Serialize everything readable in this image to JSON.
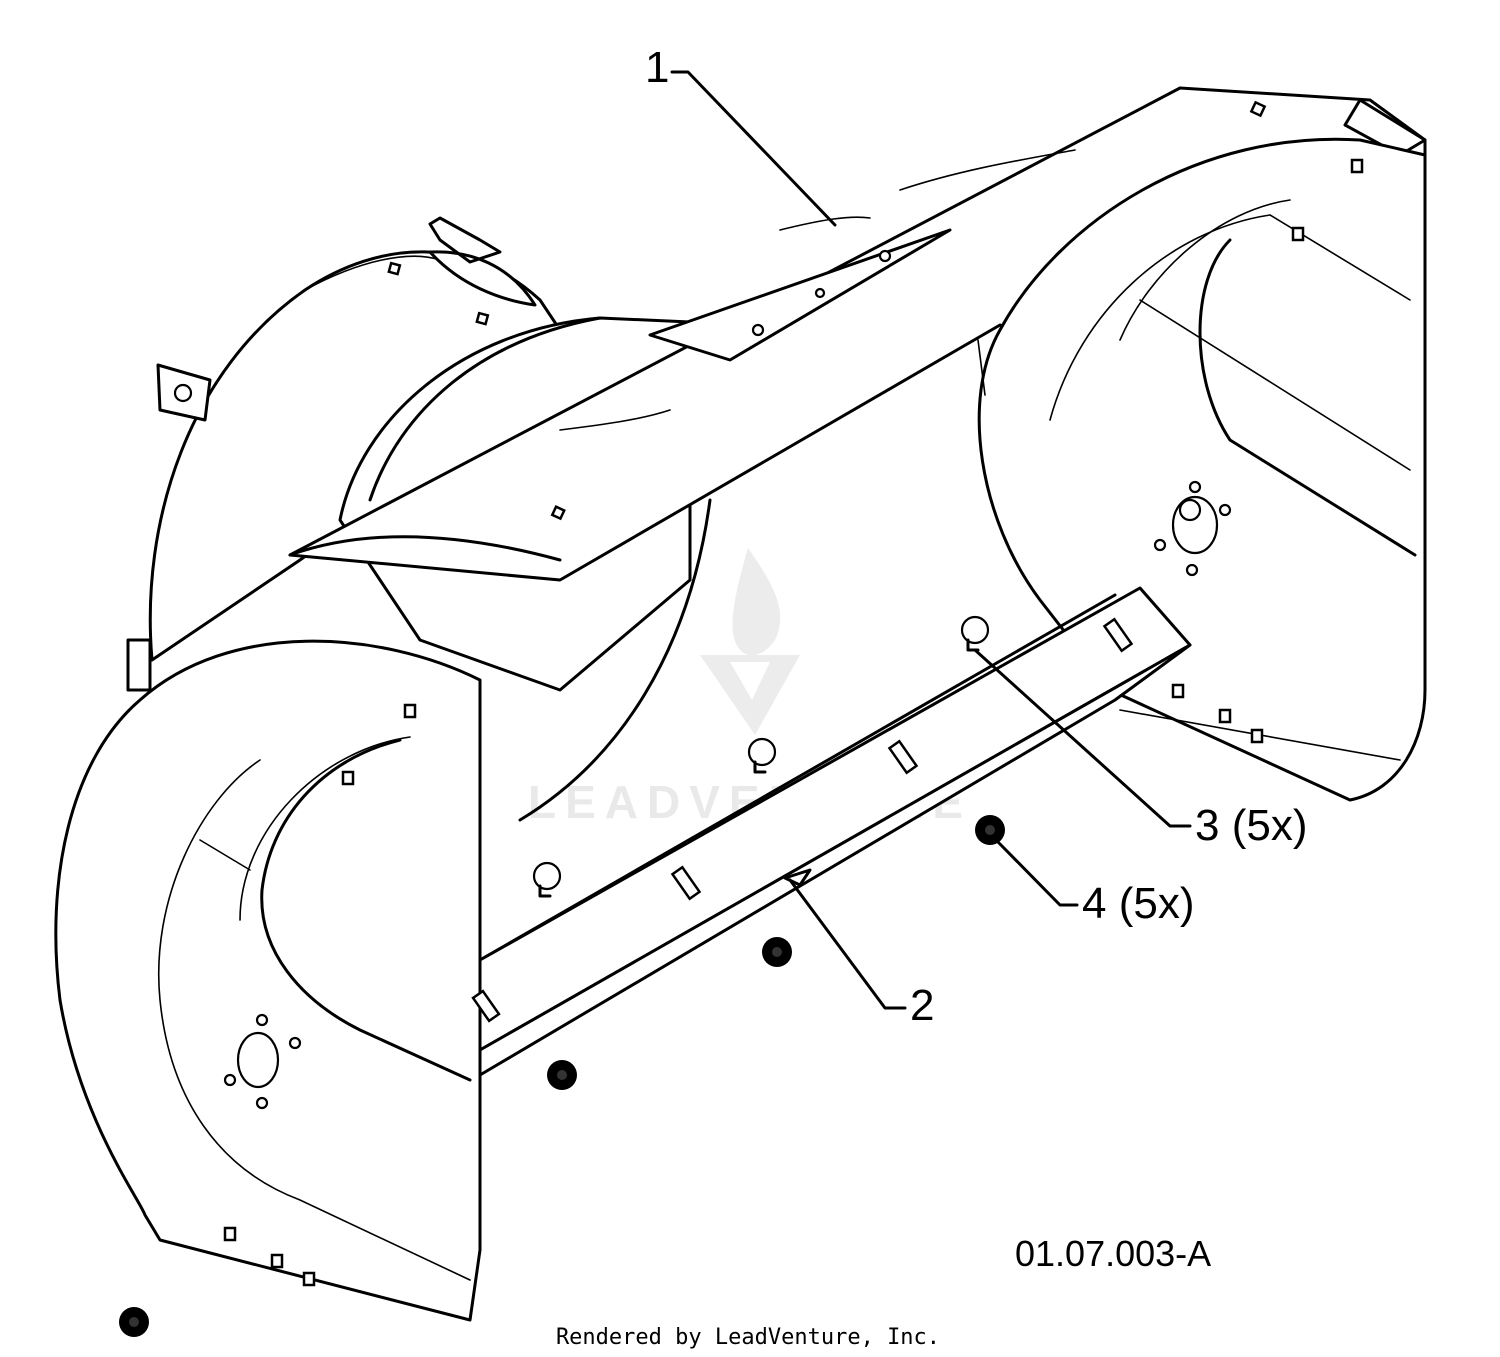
{
  "diagram": {
    "callouts": [
      {
        "id": "1",
        "text": "1"
      },
      {
        "id": "2",
        "text": "2"
      },
      {
        "id": "3",
        "text": "3 (5x)"
      },
      {
        "id": "4",
        "text": "4 (5x)"
      }
    ],
    "figure_code": "01.07.003-A",
    "credit": "Rendered by LeadVenture, Inc.",
    "watermark": "LEADVENTURE"
  }
}
